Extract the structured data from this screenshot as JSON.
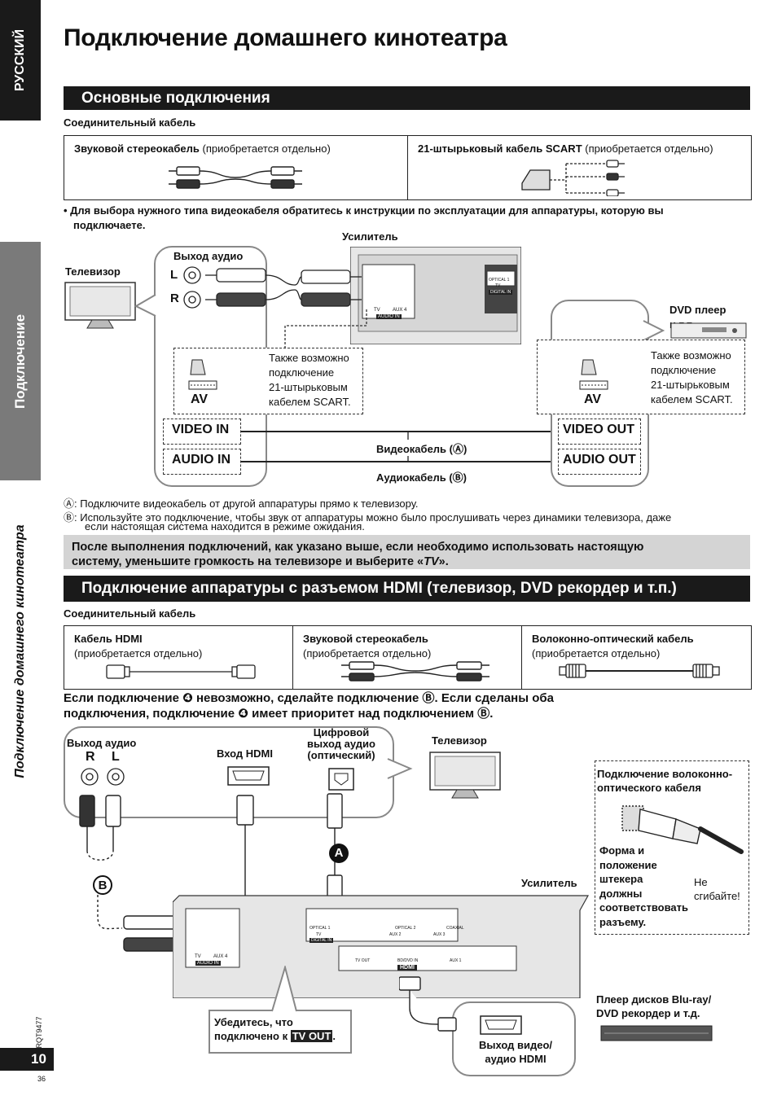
{
  "sidebar": {
    "lang_tab": "РУССКИЙ",
    "section_tab": "Подключение",
    "chapter_italic": "Подключение домашнего кинотеатра",
    "doc_code": "RQT9477",
    "page_number": "10",
    "page_sub": "36"
  },
  "page": {
    "title": "Подключение домашнего кинотеатра"
  },
  "section1": {
    "heading": "Основные подключения",
    "cable_label": "Соединительный кабель",
    "cables": [
      {
        "name": "Звуковой стереокабель",
        "note": " (приобретается отдельно)"
      },
      {
        "name": "21-штырьковый кабель SCART",
        "note": " (приобретается отдельно)"
      }
    ],
    "bullet_line1": "•  Для выбора нужного типа видеокабеля обратитесь к инструкции по эксплуатации для аппаратуры, которую вы",
    "bullet_line2": "подключаете.",
    "diagram": {
      "amplifier": "Усилитель",
      "tv": "Телевизор",
      "audio_out": "Выход аудио",
      "l": "L",
      "r": "R",
      "scart_note_l": [
        "Также возможно",
        "подключение",
        "21-штырьковым",
        "кабелем SCART."
      ],
      "scart_note_r": [
        "Также возможно",
        "подключение",
        "21-штырьковым",
        "кабелем SCART."
      ],
      "av": "AV",
      "video_in": "VIDEO IN",
      "audio_in": "AUDIO IN",
      "video_out": "VIDEO OUT",
      "audio_out_port": "AUDIO OUT",
      "video_cable": "Видеокабель (Ⓐ)",
      "audio_cable": "Аудиокабель (Ⓑ)",
      "dvd": "DVD плеер",
      "dvd2": "и т.п.",
      "panel_tv": "TV",
      "panel_aux4": "AUX 4",
      "panel_audio_in": "AUDIO IN",
      "panel_optical1": "OPTICAL 1",
      "panel_digital_in": "DIGITAL IN",
      "panel_tv2": "TV"
    },
    "note_a": "Ⓐ: Подключите видеокабель от другой аппаратуры прямо к телевизору.",
    "note_b1": "Ⓑ: Используйте это подключение, чтобы звук от аппаратуры можно было прослушивать через динамики телевизора, даже",
    "note_b2": "если настоящая система находится в режиме ожидания.",
    "grey_line1": "После выполнения подключений, как указано выше, если необходимо использовать настоящую",
    "grey_line2_a": "систему, уменьшите громкость на телевизоре и выберите «",
    "grey_line2_tv": "TV",
    "grey_line2_b": "»."
  },
  "section2": {
    "heading": "Подключение аппаратуры с разъемом HDMI (телевизор, DVD рекордер и т.п.)",
    "cable_label": "Соединительный кабель",
    "cables": [
      {
        "name": "Кабель HDMI",
        "note": "(приобретается отдельно)"
      },
      {
        "name": "Звуковой стереокабель",
        "note": "(приобретается отдельно)"
      },
      {
        "name": "Волоконно-оптический кабель",
        "note": "(приобретается отдельно)"
      }
    ],
    "priority_line1": "Если подключение ❹ невозможно, сделайте подключение Ⓑ. Если сделаны оба",
    "priority_line2": "подключения, подключение ❹ имеет приоритет над подключением Ⓑ.",
    "diagram": {
      "audio_out": "Выход аудио",
      "r": "R",
      "l": "L",
      "hdmi_in": "Вход HDMI",
      "digital_out": [
        "Цифровой",
        "выход аудио",
        "(оптический)"
      ],
      "tv": "Телевизор",
      "amplifier": "Усилитель",
      "marker_a": "A",
      "marker_b": "B",
      "optical_title": [
        "Подключение волоконно-",
        "оптического кабеля"
      ],
      "optical_shape": [
        "Форма и",
        "положение",
        "штекера",
        "должны",
        "соответствовать",
        "разъему."
      ],
      "no_bend": [
        "Не",
        "сгибайте!"
      ],
      "player": [
        "Плеер дисков Blu-ray/",
        "DVD рекордер и т.д."
      ],
      "hdmi_out": [
        "Выход видео/",
        "аудио HDMI"
      ],
      "ensure": [
        "Убедитесь, что",
        "подключено к "
      ],
      "tv_out": "TV OUT",
      "ensure_end": ".",
      "panel_tv": "TV",
      "panel_aux4": "AUX 4",
      "panel_audio_in": "AUDIO IN",
      "panel_optical1": "OPTICAL 1",
      "panel_optical2": "OPTICAL 2",
      "panel_coaxial": "COAXIAL",
      "panel_tv2": "TV",
      "panel_aux2": "AUX 2",
      "panel_aux3": "AUX 3",
      "panel_digital_in": "DIGITAL IN",
      "panel_tvout": "TV OUT",
      "panel_bddvd": "BD/DVD IN",
      "panel_aux1": "AUX 1",
      "panel_hdmi": "HDMI"
    }
  }
}
